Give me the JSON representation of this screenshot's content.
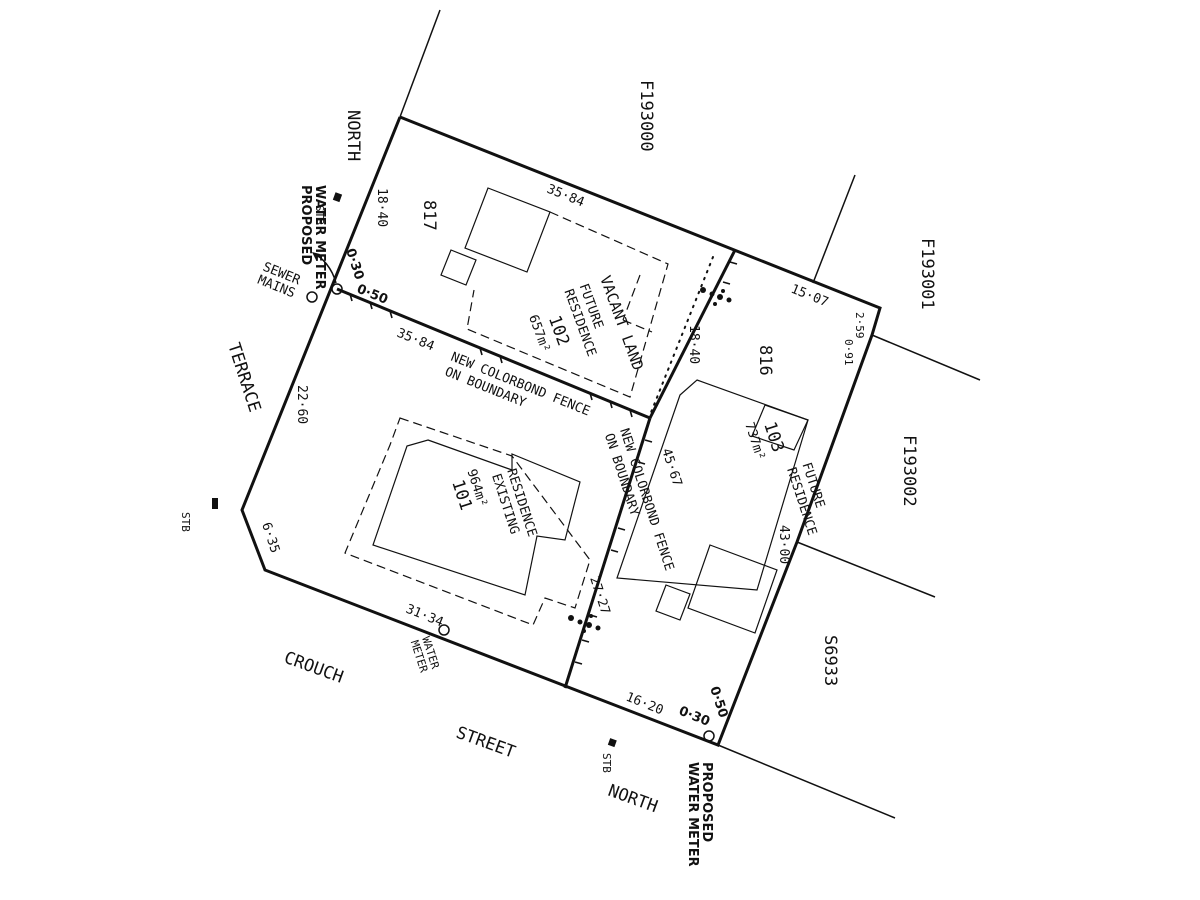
{
  "streets": {
    "north_terrace": "NORTH\nTERRACE",
    "crouch_street_north": "CROUCH\nSTREET\nNORTH"
  },
  "neighbours": {
    "n1": "F193000",
    "n2": "F193001",
    "n3": "F193002",
    "n4": "S6933"
  },
  "lot_refs": {
    "left": "817",
    "right": "816"
  },
  "lots": [
    {
      "number": "102",
      "area": "657m²",
      "description": "VACANT LAND",
      "note": "FUTURE\nRESIDENCE"
    },
    {
      "number": "101",
      "area": "964m²",
      "description": "EXISTING\nRESIDENCE"
    },
    {
      "number": "103",
      "area": "737m²",
      "description": "FUTURE\nRESIDENCE"
    }
  ],
  "dimensions": {
    "d_top": "35·84",
    "d_mid": "35·84",
    "d_left_top": "18·40",
    "d_inner": "18·40",
    "d_left": "22·60",
    "d_corner": "6·35",
    "d_bottom": "31·34",
    "d_bottom_right": "16·20",
    "d_right": "43·00",
    "d_top_right": "15·07",
    "d_notch_a": "2·59",
    "d_notch_b": "0·91",
    "d_center": "45·67",
    "d_center_low": "27·27",
    "d_offset_a": "0·30",
    "d_offset_b": "0·30",
    "d_offset_c": "0·50",
    "d_offset_d": "0·50"
  },
  "annotations": {
    "fence_horizontal": "NEW COLORBOND FENCE\nON BOUNDARY",
    "fence_vertical": "NEW COLORBOND FENCE\nON BOUNDARY",
    "sewer_mains": "SEWER\nMAINS",
    "water_meter": "WATER\nMETER",
    "proposed_water_meter": "PROPOSED\nWATER METER",
    "stb": "STB"
  }
}
